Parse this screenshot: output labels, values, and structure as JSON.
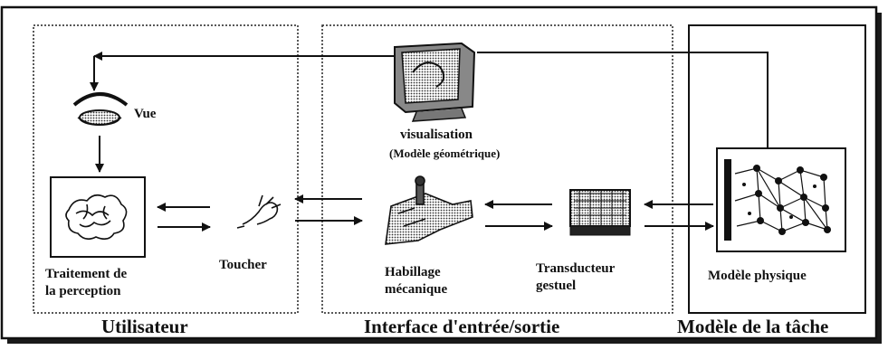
{
  "sections": {
    "user": "Utilisateur",
    "interface": "Interface d'entrée/sortie",
    "task": "Modèle de la tâche"
  },
  "labels": {
    "vue": "Vue",
    "visualisation": "visualisation",
    "modele_geometrique": "(Modèle géométrique)",
    "traitement_line1": "Traitement de",
    "traitement_line2": "la perception",
    "toucher": "Toucher",
    "habillage_line1": "Habillage",
    "habillage_line2": "mécanique",
    "transducteur_line1": "Transducteur",
    "transducteur_line2": "gestuel",
    "modele_physique": "Modèle physique"
  },
  "icons": {
    "eye": "eye-icon",
    "brain": "brain-icon",
    "hand": "hand-icon",
    "monitor": "monitor-icon",
    "mechanical_hand": "mechanical-hand-icon",
    "transducer": "transducer-icon",
    "physical_model": "physical-model-icon"
  },
  "colors": {
    "ink": "#111111",
    "background": "#ffffff"
  }
}
